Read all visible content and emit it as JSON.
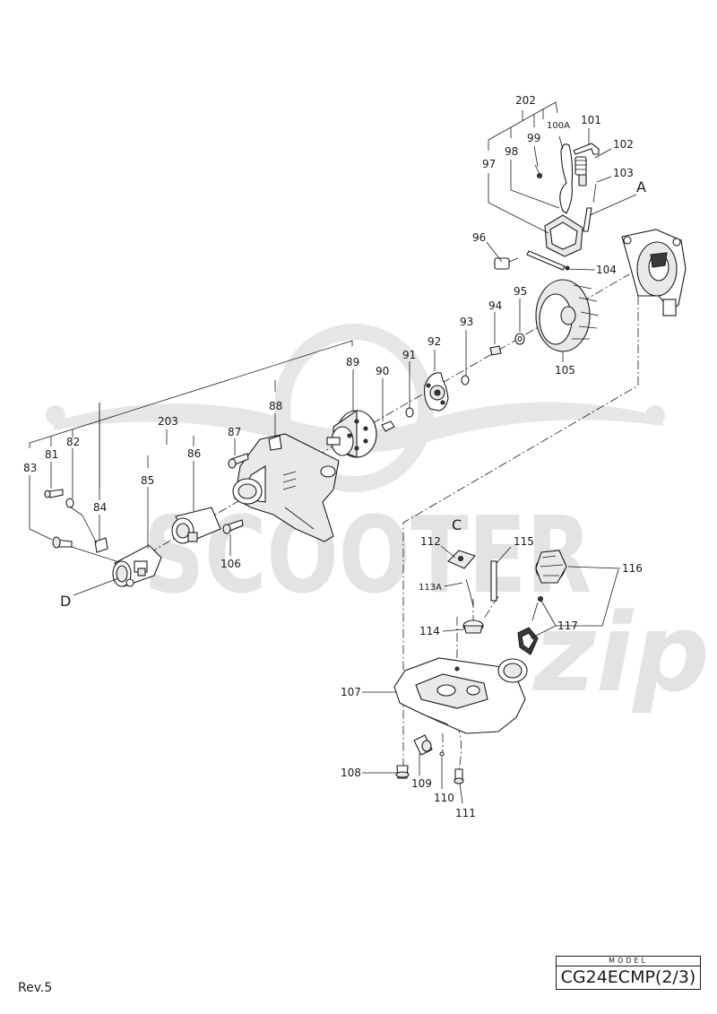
{
  "watermark": {
    "brand": "SCOOTER",
    "suffix": "zip"
  },
  "title_block": {
    "model_label": "MODEL",
    "model_code": "CG24ECMP(2/3)"
  },
  "revision": "Rev.5",
  "callouts": {
    "p81": "81",
    "p82": "82",
    "p83": "83",
    "p84": "84",
    "p85": "85",
    "p86": "86",
    "p87": "87",
    "p88": "88",
    "p89": "89",
    "p90": "90",
    "p91": "91",
    "p92": "92",
    "p93": "93",
    "p94": "94",
    "p95": "95",
    "p96": "96",
    "p97": "97",
    "p98": "98",
    "p99": "99",
    "p100a": "100A",
    "p101": "101",
    "p102": "102",
    "p103": "103",
    "p104": "104",
    "p105": "105",
    "p106": "106",
    "p107": "107",
    "p108": "108",
    "p109": "109",
    "p110": "110",
    "p111": "111",
    "p112": "112",
    "p113a": "113A",
    "p114": "114",
    "p115": "115",
    "p116": "116",
    "p117": "117",
    "p202": "202",
    "p203": "203"
  },
  "reference_letters": {
    "a": "A",
    "c": "C",
    "d": "D"
  }
}
